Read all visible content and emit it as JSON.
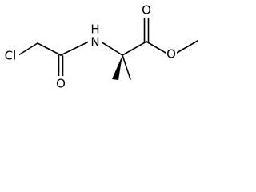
{
  "molecule": {
    "atoms": {
      "chlorine": "Cl",
      "amide_oxygen": "O",
      "amine": "H\nN",
      "amine_h": "H",
      "amine_n": "N",
      "ester_carbonyl_oxygen": "O",
      "ester_oxygen": "O"
    },
    "colors": {
      "bond": "#000000",
      "label": "#000000",
      "background": "#ffffff"
    }
  }
}
